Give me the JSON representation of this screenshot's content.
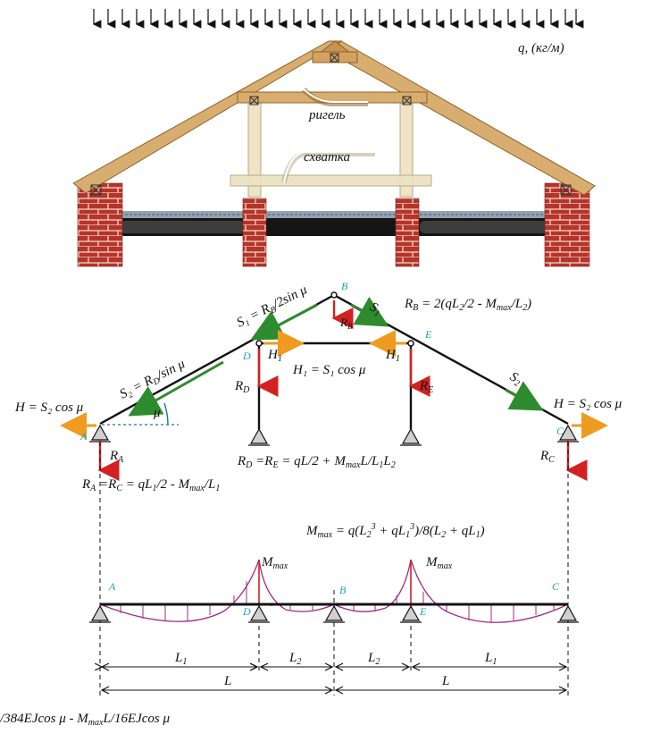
{
  "colors": {
    "wood": "#d8ae70",
    "wood_dark": "#a9783e",
    "wood_light": "#ece2c4",
    "brick": "#b5342b",
    "brick_line": "#f3d9c8",
    "beam_dark": "#1a1a1a",
    "green": "#2e8b2e",
    "orange": "#ef9b1f",
    "red": "#d32020",
    "moment": "#a02a88",
    "cyan": "#1aa3b0"
  },
  "top": {
    "load_label": "q, (кг/м)",
    "rigel_label": "ригель",
    "skhvatka_label": "схватка"
  },
  "middle": {
    "points": {
      "A": "A",
      "B": "B",
      "C": "C",
      "D": "D",
      "E": "E"
    },
    "mu": "μ",
    "s1_label": "S₁ = R",
    "s1_sub": "B",
    "s1_tail": "/2sin μ",
    "s1_right": "S",
    "s1_right_sub": "1",
    "s2_label": "S₂ = R",
    "s2_sub": "D",
    "s2_tail": "/sin μ",
    "s2_right": "S",
    "s2_right_sub": "2",
    "rb_formula": "R",
    "rb_sub": "B",
    "rb_tail": " = 2(qL",
    "rb_sub2": "2",
    "rb_tail2": "/2 - M",
    "rb_sub3": "max",
    "rb_tail3": "/L",
    "rb_sub4": "2",
    "rb_end": ")",
    "rb_arrow": "R",
    "rb_arrow_sub": "B",
    "h1_left": "H",
    "h1_left_sub": "1",
    "h1_right": "H",
    "h1_right_sub": "1",
    "h1_formula": "H₁ = S₁ cos μ",
    "rd": "R",
    "rd_sub": "D",
    "re": "R",
    "re_sub": "E",
    "h_left": "H = S₂ cos μ",
    "h_right": "H = S₂ cos μ",
    "ra": "R",
    "ra_sub": "A",
    "rc": "R",
    "rc_sub": "C",
    "rd_re_formula": "R",
    "rd_re_parts": [
      "D",
      " =R",
      "E",
      " = qL/2 + M",
      "max",
      "L/L",
      "1",
      "L",
      "2"
    ],
    "ra_rc_parts": [
      "R",
      "A",
      " =R",
      "C",
      " = qL",
      "1",
      "/2 - M",
      "max",
      "/L",
      "1"
    ]
  },
  "bottom": {
    "mmax_formula_parts": [
      "M",
      "max",
      " = q(L",
      "2",
      "3",
      " + qL",
      "1",
      "3",
      ")/8(L",
      "2",
      " + qL",
      "1",
      ")"
    ],
    "mmax_left": "M",
    "mmax_left_sub": "max",
    "mmax_right": "M",
    "mmax_right_sub": "max",
    "dims": {
      "L1": "L",
      "L1_sub": "1",
      "L2": "L",
      "L2_sub": "2",
      "L": "L"
    },
    "deflection": "/384EJcos μ - M",
    "deflection_sub": "max",
    "deflection_tail": "L/16EJcos μ"
  }
}
